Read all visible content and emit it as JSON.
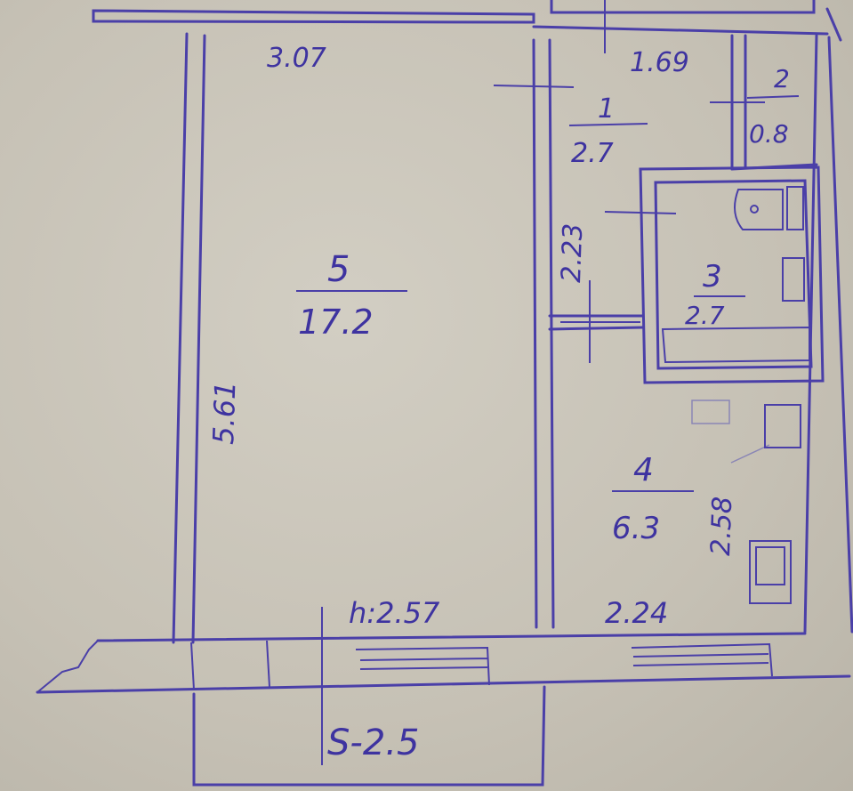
{
  "plan": {
    "ink_color": "#4a3fa8",
    "paper_color": "#cdc9be",
    "dimensions": {
      "top_left_width": "3.07",
      "top_right_width": "1.69",
      "left_height": "5.61",
      "corridor_height": "2.23",
      "hall_height": "2.58",
      "bottom_right_width": "2.24",
      "ceiling_height": "h:2.57",
      "balcony_area": "S-2.5"
    },
    "rooms": [
      {
        "number": "5",
        "area": "17.2"
      },
      {
        "number": "1",
        "area": "2.7"
      },
      {
        "number": "2",
        "area": "0.8"
      },
      {
        "number": "3",
        "area": "2.7"
      },
      {
        "number": "4",
        "area": "6.3"
      }
    ]
  }
}
